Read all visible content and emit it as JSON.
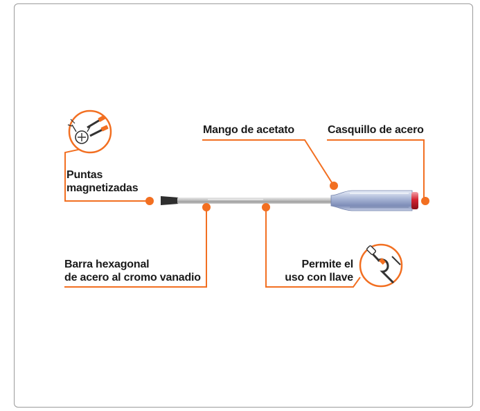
{
  "colors": {
    "accent": "#f26f21",
    "frame": "#9a9a9a",
    "text": "#1a1a1a"
  },
  "icons": [
    "magnetized-tips-icon",
    "wrench-use-icon"
  ],
  "labels": {
    "puntas": [
      "Puntas",
      "magnetizadas"
    ],
    "mango": "Mango de acetato",
    "casquillo": "Casquillo de acero",
    "barra": [
      "Barra hexagonal",
      "de acero al cromo vanadio"
    ],
    "llave": [
      "Permite el",
      "uso con llave"
    ]
  }
}
